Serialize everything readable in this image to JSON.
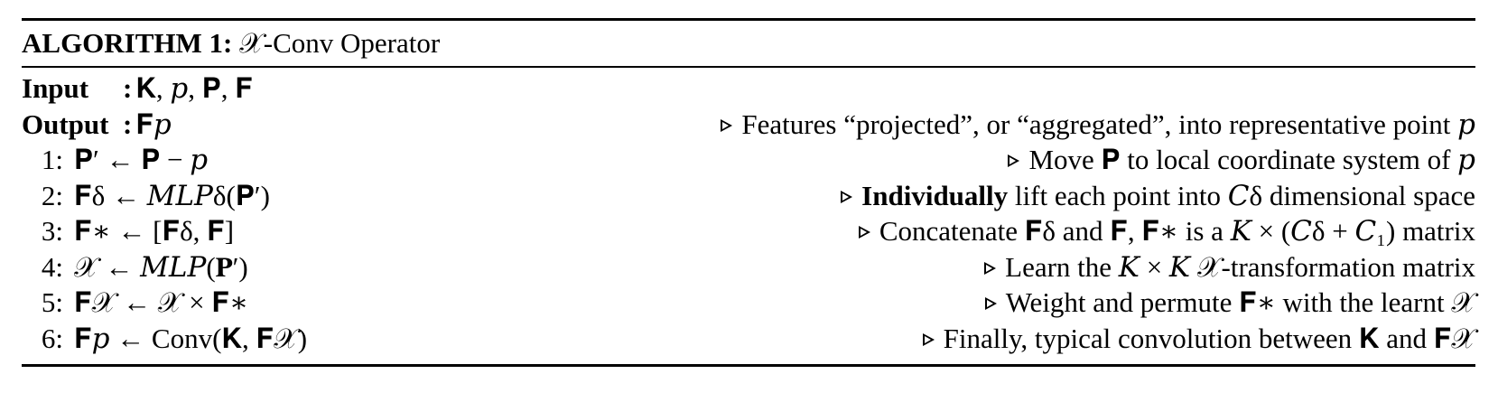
{
  "algorithm": {
    "title_prefix": "ALGORITHM 1:",
    "title_text": "𝒳-Conv Operator",
    "input": {
      "label": "Input",
      "colon": ":",
      "value": "𝐊, 𝑝, 𝐏, 𝐅"
    },
    "output": {
      "label": "Output",
      "colon": ":",
      "value": "𝐅𝑝",
      "comment": "Features “projected”, or “aggregated”, into representative point 𝑝"
    },
    "steps": [
      {
        "num": "1:",
        "formula": "𝐏′ ← 𝐏 − 𝑝",
        "comment_bold": "",
        "comment": "Move 𝐏 to local coordinate system of 𝑝"
      },
      {
        "num": "2:",
        "formula": "𝐅δ ← 𝑀𝐿𝑃δ(𝐏′)",
        "comment_bold": "Individually",
        "comment": " lift each point into 𝐶δ dimensional space"
      },
      {
        "num": "3:",
        "formula": "𝐅∗ ← [𝐅δ, 𝐅]",
        "comment_bold": "",
        "comment": "Concatenate 𝐅δ and 𝐅, 𝐅∗ is a 𝐾 × (𝐶δ + 𝐶₁) matrix"
      },
      {
        "num": "4:",
        "formula": "𝒳 ← 𝑀𝐿𝑃(𝐏′)",
        "comment_bold": "",
        "comment": "Learn the 𝐾 × 𝐾 𝒳-transformation matrix"
      },
      {
        "num": "5:",
        "formula": "𝐅𝒳 ← 𝒳 × 𝐅∗",
        "comment_bold": "",
        "comment": "Weight and permute 𝐅∗ with the learnt 𝒳"
      },
      {
        "num": "6:",
        "formula": "𝐅𝑝 ← Conv(𝐊, 𝐅𝒳)",
        "comment_bold": "",
        "comment": "Finally, typical convolution between 𝐊 and 𝐅𝒳"
      }
    ]
  }
}
